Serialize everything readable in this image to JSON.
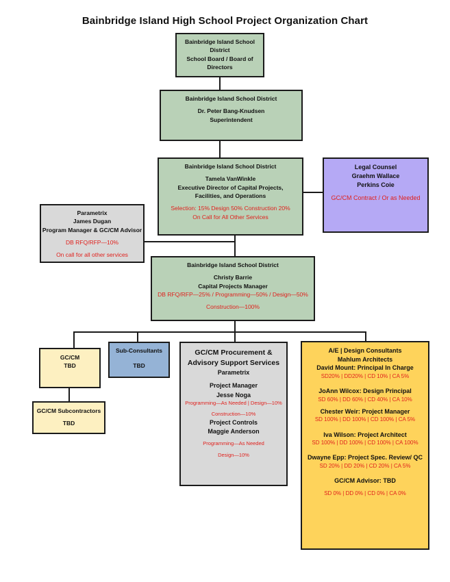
{
  "title": "Bainbridge Island High School Project Organization Chart",
  "nodes": {
    "board": {
      "org": "Bainbridge Island School District",
      "name": "School Board / Board of Directors"
    },
    "superintendent": {
      "org": "Bainbridge Island School District",
      "name": "Dr. Peter Bang-Knudsen",
      "role": "Superintendent"
    },
    "executive": {
      "org": "Bainbridge Island School District",
      "name": "Tamela VanWinkle",
      "role1": "Executive Director of Capital Projects,",
      "role2": "Facilities, and Operations",
      "note1": "Selection: 15% Design 50% Construction 20%",
      "note2": "On Call for All Other Services"
    },
    "legal": {
      "title": "Legal Counsel",
      "name": "Graehm Wallace",
      "firm": "Perkins Coie",
      "note": "GC/CM Contract / Or as Needed"
    },
    "parametrix": {
      "firm": "Parametrix",
      "name": "James Dugan",
      "role": "Program Manager & GC/CM Advisor",
      "note1": "DB RFQ/RFP—10%",
      "note2": "On call for all other services"
    },
    "capital_pm": {
      "org": "Bainbridge Island School District",
      "name": "Christy Barrie",
      "role": "Capital Projects Manager",
      "note1": "DB RFQ/RFP—25% / Programming—50% /  Design—50%",
      "note2": "Construction—100%"
    },
    "gccm": {
      "title": "GC/CM",
      "sub": "TBD"
    },
    "gccm_subs": {
      "title": "GC/CM Subcontractors",
      "sub": "TBD"
    },
    "subconsultants": {
      "title": "Sub-Consultants",
      "sub": "TBD"
    },
    "procurement": {
      "title1": "GC/CM  Procurement &",
      "title2": "Advisory Support Services",
      "firm": "Parametrix",
      "pm_role": "Project Manager",
      "pm_name": "Jesse Noga",
      "pm_note1": "Programming—As Needed | Design—10%",
      "pm_note2": "Construction—10%",
      "pc_role": "Project Controls",
      "pc_name": "Maggie Anderson",
      "pc_note1": "Programming—As Needed",
      "pc_note2": "Design—10%"
    },
    "ae": {
      "title": "A/E | Design Consultants",
      "firm": "Mahlum Architects",
      "p1_name": "David Mount: Principal In Charge",
      "p1_note": "SD20% | DD20% | CD 10% | CA 5%",
      "p2_name": "JoAnn Wilcox: Design Principal",
      "p2_note": "SD 60% | DD 60% | CD 40% | CA 10%",
      "p3_name": "Chester Weir: Project Manager",
      "p3_note": "SD 100% | DD 100% | CD 100% | CA 5%",
      "p4_name": "Iva Wilson: Project Architect",
      "p4_note": "SD 100% | DD 100% | CD 100% | CA 100%",
      "p5_name": "Dwayne Epp: Project Spec. Review/ QC",
      "p5_note": "SD 20% | DD 20% | CD 20% | CA 5%",
      "p6_name": "GC/CM Advisor: TBD",
      "p6_note": "SD 0% | DD 0% | CD 0% | CA 0%"
    }
  },
  "colors": {
    "green": "#b9d1b7",
    "gray": "#d9d9d9",
    "purple": "#b5a9f5",
    "cream": "#fdf0c1",
    "blue": "#95b3d6",
    "gold": "#fed35b",
    "red_text": "#e0211d"
  }
}
